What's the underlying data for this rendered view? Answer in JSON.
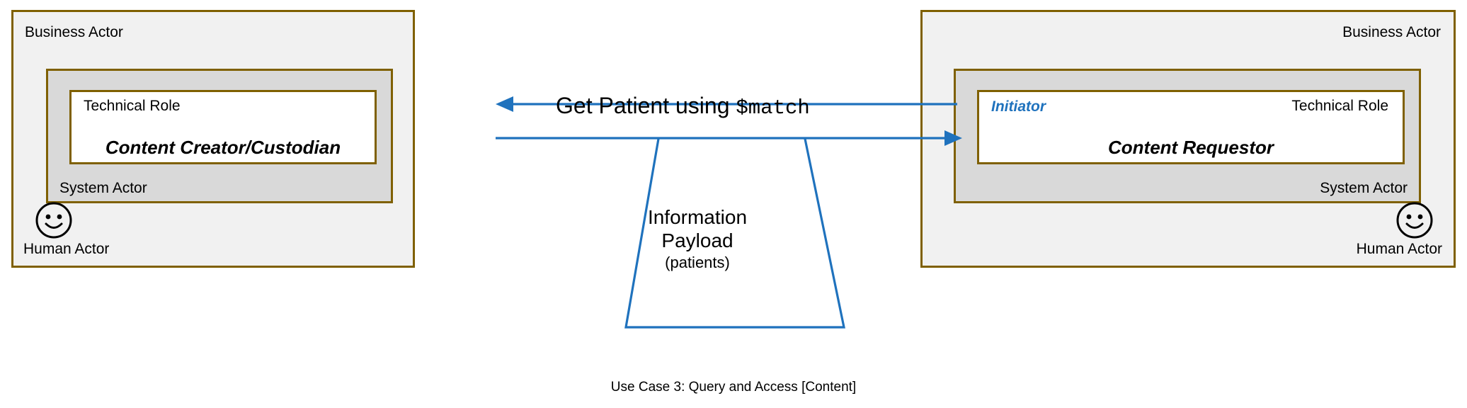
{
  "diagram": {
    "caption": "Use Case 3: Query and Access [Content]",
    "accent_blue": "#1f72bd",
    "border_olive": "#7f6000",
    "panel_fill": "#f1f1f1",
    "system_fill": "#d9d9d9"
  },
  "left_panel": {
    "business_actor_label": "Business Actor",
    "system_actor_label": "System Actor",
    "technical_role_label": "Technical Role",
    "role_name": "Content Creator/Custodian",
    "human_actor_label": "Human Actor",
    "human_actor_icon": "smiley-face-icon"
  },
  "right_panel": {
    "business_actor_label": "Business Actor",
    "system_actor_label": "System Actor",
    "technical_role_label": "Technical Role",
    "role_name": "Content Requestor",
    "initiator_tag": "Initiator",
    "human_actor_label": "Human Actor",
    "human_actor_icon": "smiley-face-icon"
  },
  "flow": {
    "request_label_text": "Get Patient using ",
    "request_label_code": "$match",
    "payload_line1": "Information",
    "payload_line2": "Payload",
    "payload_sub": "(patients)"
  }
}
